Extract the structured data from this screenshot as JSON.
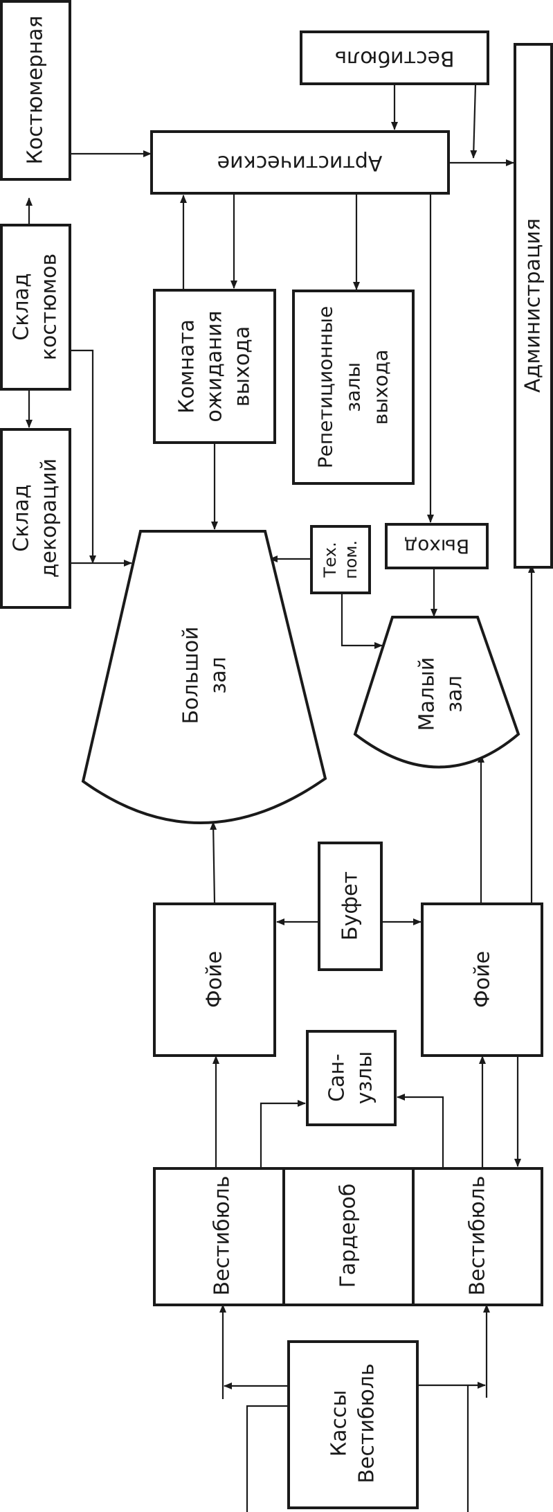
{
  "labels": {
    "kostyumernaya": "Костюмерная",
    "vestibyul_top": "Вестибюль",
    "artisticheskie": "Артистические",
    "administratsiya": "Администрация",
    "sklad_kostyumov_1": "Склад",
    "sklad_kostyumov_2": "костюмов",
    "komnata_1": "Комната",
    "komnata_2": "ожидания",
    "komnata_3": "выхода",
    "repet_1": "Репетиционные",
    "repet_2": "залы",
    "repet_3": "выхода",
    "sklad_dekoratsiy_1": "Склад",
    "sklad_dekoratsiy_2": "декораций",
    "tekh_1": "Тех.",
    "tekh_2": "пом.",
    "vykhod": "Выход",
    "bolshoy_1": "Большой",
    "bolshoy_2": "зал",
    "malyy_1": "Малый",
    "malyy_2": "зал",
    "bufet": "Буфет",
    "foye_left": "Фойе",
    "foye_right": "Фойе",
    "sanuzly_1": "Сан-",
    "sanuzly_2": "узлы",
    "vestibyul_left": "Вестибюль",
    "garderob": "Гардероб",
    "vestibyul_right": "Вестибюль",
    "kassy_1": "Кассы",
    "kassy_2": "Вестибюль"
  }
}
